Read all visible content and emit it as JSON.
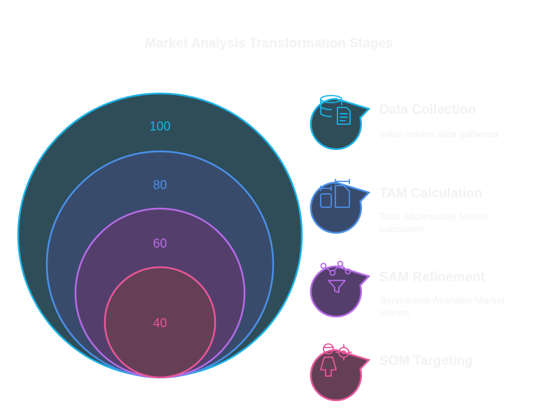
{
  "title": "Market Analysis Transformation Stages",
  "colors": {
    "background": "#ffffff",
    "text_faint": "#f2f2f2",
    "cyan": "#1ab3e6",
    "blue": "#4a90e8",
    "purple": "#b66be8",
    "pink": "#e9579a"
  },
  "rings": [
    {
      "value": "100",
      "stroke": "#1ab3e6",
      "fill": "#2f4d58"
    },
    {
      "value": "80",
      "stroke": "#4a90e8",
      "fill": "#394b6c"
    },
    {
      "value": "60",
      "stroke": "#b66be8",
      "fill": "#543f6c"
    },
    {
      "value": "40",
      "stroke": "#e9579a",
      "fill": "#643f56"
    }
  ],
  "stages": [
    {
      "icon": "database-document-icon",
      "title": "Data Collection",
      "desc_lines": [
        "Initial market data gathered"
      ],
      "stroke": "#1ab3e6",
      "fill": "#2f4d58"
    },
    {
      "icon": "size-comparison-icon",
      "title": "TAM Calculation",
      "desc_lines": [
        "Total Addressable Market",
        "calculated"
      ],
      "stroke": "#4a90e8",
      "fill": "#394b6c"
    },
    {
      "icon": "funnel-network-icon",
      "title": "SAM Refinement",
      "desc_lines": [
        "Serviceable Available Market",
        "refined"
      ],
      "stroke": "#b66be8",
      "fill": "#543f6c"
    },
    {
      "icon": "person-target-icon",
      "title": "SOM Targeting",
      "desc_lines": [],
      "stroke": "#e9579a",
      "fill": "#643f56"
    }
  ]
}
